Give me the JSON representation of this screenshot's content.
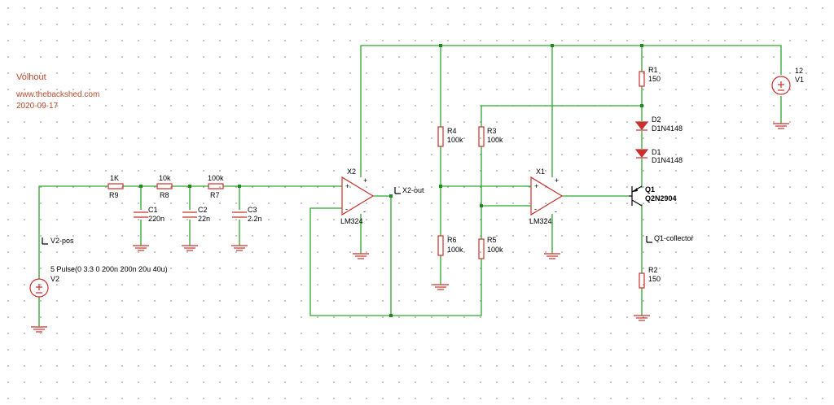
{
  "header": {
    "title": "Volhout",
    "url": "www.thebackshed.com",
    "date": "2020-09-17"
  },
  "components": {
    "R9": {
      "ref": "R9",
      "value": "1K"
    },
    "R8": {
      "ref": "R8",
      "value": "10k"
    },
    "R7": {
      "ref": "R7",
      "value": "100k"
    },
    "C1": {
      "ref": "C1",
      "value": "220n"
    },
    "C2": {
      "ref": "C2",
      "value": "22n"
    },
    "C3": {
      "ref": "C3",
      "value": "2.2n"
    },
    "X2": {
      "ref": "X2",
      "value": "LM324"
    },
    "X1": {
      "ref": "X1",
      "value": "LM324"
    },
    "R4": {
      "ref": "R4",
      "value": "100k"
    },
    "R3": {
      "ref": "R3",
      "value": "100k"
    },
    "R6": {
      "ref": "R6",
      "value": "100k"
    },
    "R5": {
      "ref": "R5",
      "value": "100k"
    },
    "R1": {
      "ref": "R1",
      "value": "150"
    },
    "R2": {
      "ref": "R2",
      "value": "150"
    },
    "D2": {
      "ref": "D2",
      "value": "D1N4148"
    },
    "D1": {
      "ref": "D1",
      "value": "D1N4148"
    },
    "Q1": {
      "ref": "Q1",
      "value": "Q2N2904"
    },
    "V1": {
      "ref": "V1",
      "value": "12"
    },
    "V2": {
      "ref": "V2",
      "value": "5 Pulse(0 3.3 0 200n 200n 20u 40u)"
    }
  },
  "probes": {
    "v2pos": "V2-pos",
    "x2out": "X2-out",
    "q1col": "Q1-collector"
  },
  "pin_labels": {
    "plus": "+",
    "minus": "-"
  }
}
